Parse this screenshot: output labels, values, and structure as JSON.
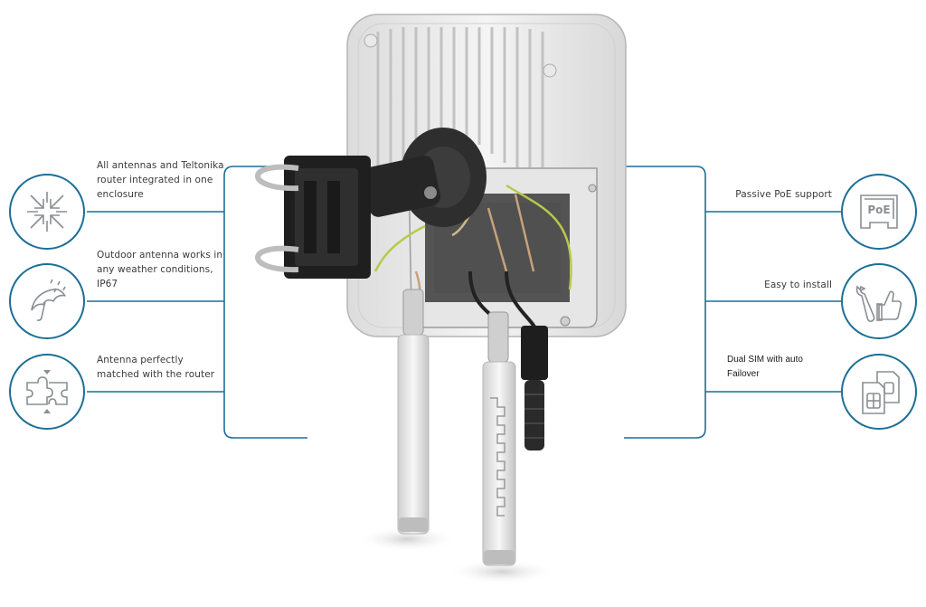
{
  "features_left": [
    {
      "id": "all-in-one",
      "icon": "compress-arrows-icon",
      "lines": [
        "All antennas and Teltonika",
        "router integrated in one",
        "enclosure"
      ]
    },
    {
      "id": "weather",
      "icon": "umbrella-rain-icon",
      "lines": [
        "Outdoor antenna works in",
        "any weather conditions,",
        "IP67"
      ]
    },
    {
      "id": "matched",
      "icon": "puzzle-icon",
      "lines": [
        "Antenna perfectly",
        "matched with the router"
      ]
    }
  ],
  "features_right": [
    {
      "id": "poe",
      "icon": "poe-port-icon",
      "lines": [
        "Passive PoE support"
      ],
      "icon_label": "PoE"
    },
    {
      "id": "install",
      "icon": "wrench-thumbs-up-icon",
      "lines": [
        "Easy to install"
      ]
    },
    {
      "id": "dual-sim",
      "icon": "dual-sim-icon",
      "lines": [
        "Dual SIM with auto",
        "Failover"
      ]
    }
  ],
  "colors": {
    "accent": "#1c6f96",
    "icon_stroke": "#8a8f93",
    "text": "#3a3a3a"
  }
}
